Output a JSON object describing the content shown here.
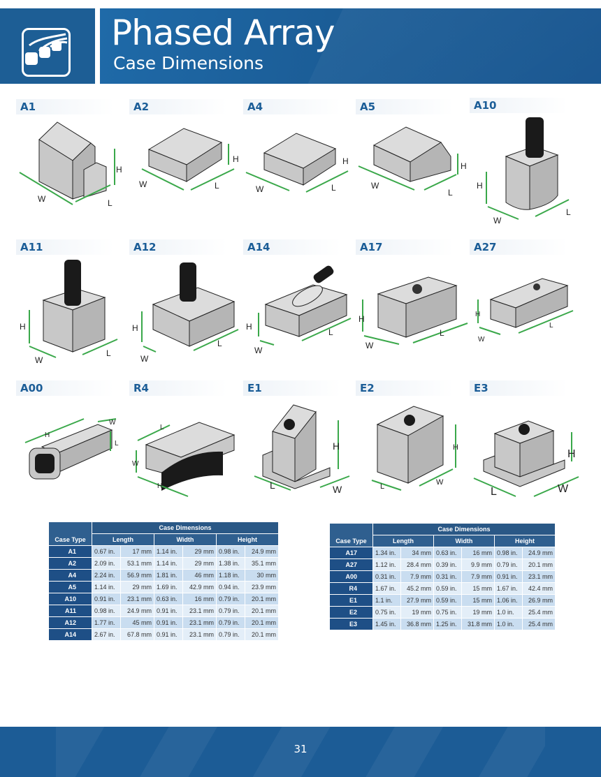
{
  "header": {
    "title": "Phased Array",
    "subtitle": "Case Dimensions"
  },
  "cases": [
    {
      "label": "A1"
    },
    {
      "label": "A2"
    },
    {
      "label": "A4"
    },
    {
      "label": "A5"
    },
    {
      "label": "A10"
    },
    {
      "label": "A11"
    },
    {
      "label": "A12"
    },
    {
      "label": "A14"
    },
    {
      "label": "A17"
    },
    {
      "label": "A27"
    },
    {
      "label": "A00"
    },
    {
      "label": "R4"
    },
    {
      "label": "E1"
    },
    {
      "label": "E2"
    },
    {
      "label": "E3"
    }
  ],
  "dim_letters": {
    "w": "W",
    "l": "L",
    "h": "H"
  },
  "table_left": {
    "group_header": "Case Dimensions",
    "columns": [
      "Case Type",
      "Length",
      "Width",
      "Height"
    ],
    "rows": [
      {
        "type": "A1",
        "len_in": "0.67 in.",
        "len_mm": "17 mm",
        "wid_in": "1.14 in.",
        "wid_mm": "29 mm",
        "hgt_in": "0.98 in.",
        "hgt_mm": "24.9 mm"
      },
      {
        "type": "A2",
        "len_in": "2.09 in.",
        "len_mm": "53.1 mm",
        "wid_in": "1.14 in.",
        "wid_mm": "29 mm",
        "hgt_in": "1.38 in.",
        "hgt_mm": "35.1 mm"
      },
      {
        "type": "A4",
        "len_in": "2.24 in.",
        "len_mm": "56.9 mm",
        "wid_in": "1.81 in.",
        "wid_mm": "46 mm",
        "hgt_in": "1.18 in.",
        "hgt_mm": "30 mm"
      },
      {
        "type": "A5",
        "len_in": "1.14 in.",
        "len_mm": "29 mm",
        "wid_in": "1.69 in.",
        "wid_mm": "42.9 mm",
        "hgt_in": "0.94 in.",
        "hgt_mm": "23.9 mm"
      },
      {
        "type": "A10",
        "len_in": "0.91 in.",
        "len_mm": "23.1 mm",
        "wid_in": "0.63 in.",
        "wid_mm": "16 mm",
        "hgt_in": "0.79 in.",
        "hgt_mm": "20.1 mm"
      },
      {
        "type": "A11",
        "len_in": "0.98 in.",
        "len_mm": "24.9 mm",
        "wid_in": "0.91 in.",
        "wid_mm": "23.1 mm",
        "hgt_in": "0.79 in.",
        "hgt_mm": "20.1 mm"
      },
      {
        "type": "A12",
        "len_in": "1.77 in.",
        "len_mm": "45 mm",
        "wid_in": "0.91 in.",
        "wid_mm": "23.1 mm",
        "hgt_in": "0.79 in.",
        "hgt_mm": "20.1 mm"
      },
      {
        "type": "A14",
        "len_in": "2.67 in.",
        "len_mm": "67.8 mm",
        "wid_in": "0.91 in.",
        "wid_mm": "23.1 mm",
        "hgt_in": "0.79 in.",
        "hgt_mm": "20.1 mm"
      }
    ]
  },
  "table_right": {
    "group_header": "Case Dimensions",
    "columns": [
      "Case Type",
      "Length",
      "Width",
      "Height"
    ],
    "rows": [
      {
        "type": "A17",
        "len_in": "1.34 in.",
        "len_mm": "34 mm",
        "wid_in": "0.63 in.",
        "wid_mm": "16 mm",
        "hgt_in": "0.98 in.",
        "hgt_mm": "24.9 mm"
      },
      {
        "type": "A27",
        "len_in": "1.12 in.",
        "len_mm": "28.4 mm",
        "wid_in": "0.39 in.",
        "wid_mm": "9.9 mm",
        "hgt_in": "0.79 in.",
        "hgt_mm": "20.1 mm"
      },
      {
        "type": "A00",
        "len_in": "0.31 in.",
        "len_mm": "7.9 mm",
        "wid_in": "0.31 in.",
        "wid_mm": "7.9 mm",
        "hgt_in": "0.91 in.",
        "hgt_mm": "23.1 mm"
      },
      {
        "type": "R4",
        "len_in": "1.67 in.",
        "len_mm": "45.2 mm",
        "wid_in": "0.59 in.",
        "wid_mm": "15 mm",
        "hgt_in": "1.67 in.",
        "hgt_mm": "42.4 mm"
      },
      {
        "type": "E1",
        "len_in": "1.1 in.",
        "len_mm": "27.9 mm",
        "wid_in": "0.59 in.",
        "wid_mm": "15 mm",
        "hgt_in": "1.06 in.",
        "hgt_mm": "26.9 mm"
      },
      {
        "type": "E2",
        "len_in": "0.75 in.",
        "len_mm": "19 mm",
        "wid_in": "0.75 in.",
        "wid_mm": "19 mm",
        "hgt_in": "1.0 in.",
        "hgt_mm": "25.4 mm"
      },
      {
        "type": "E3",
        "len_in": "1.45 in.",
        "len_mm": "36.8 mm",
        "wid_in": "1.25 in.",
        "wid_mm": "31.8 mm",
        "hgt_in": "1.0 in.",
        "hgt_mm": "25.4 mm"
      }
    ]
  },
  "footer": {
    "page_number": "31"
  },
  "colors": {
    "brand_blue": "#1d5e95",
    "dim_green": "#3aa84a",
    "case_gray": "#d4d4d4"
  },
  "icons": {
    "logo": "phased-array-logo-icon"
  }
}
